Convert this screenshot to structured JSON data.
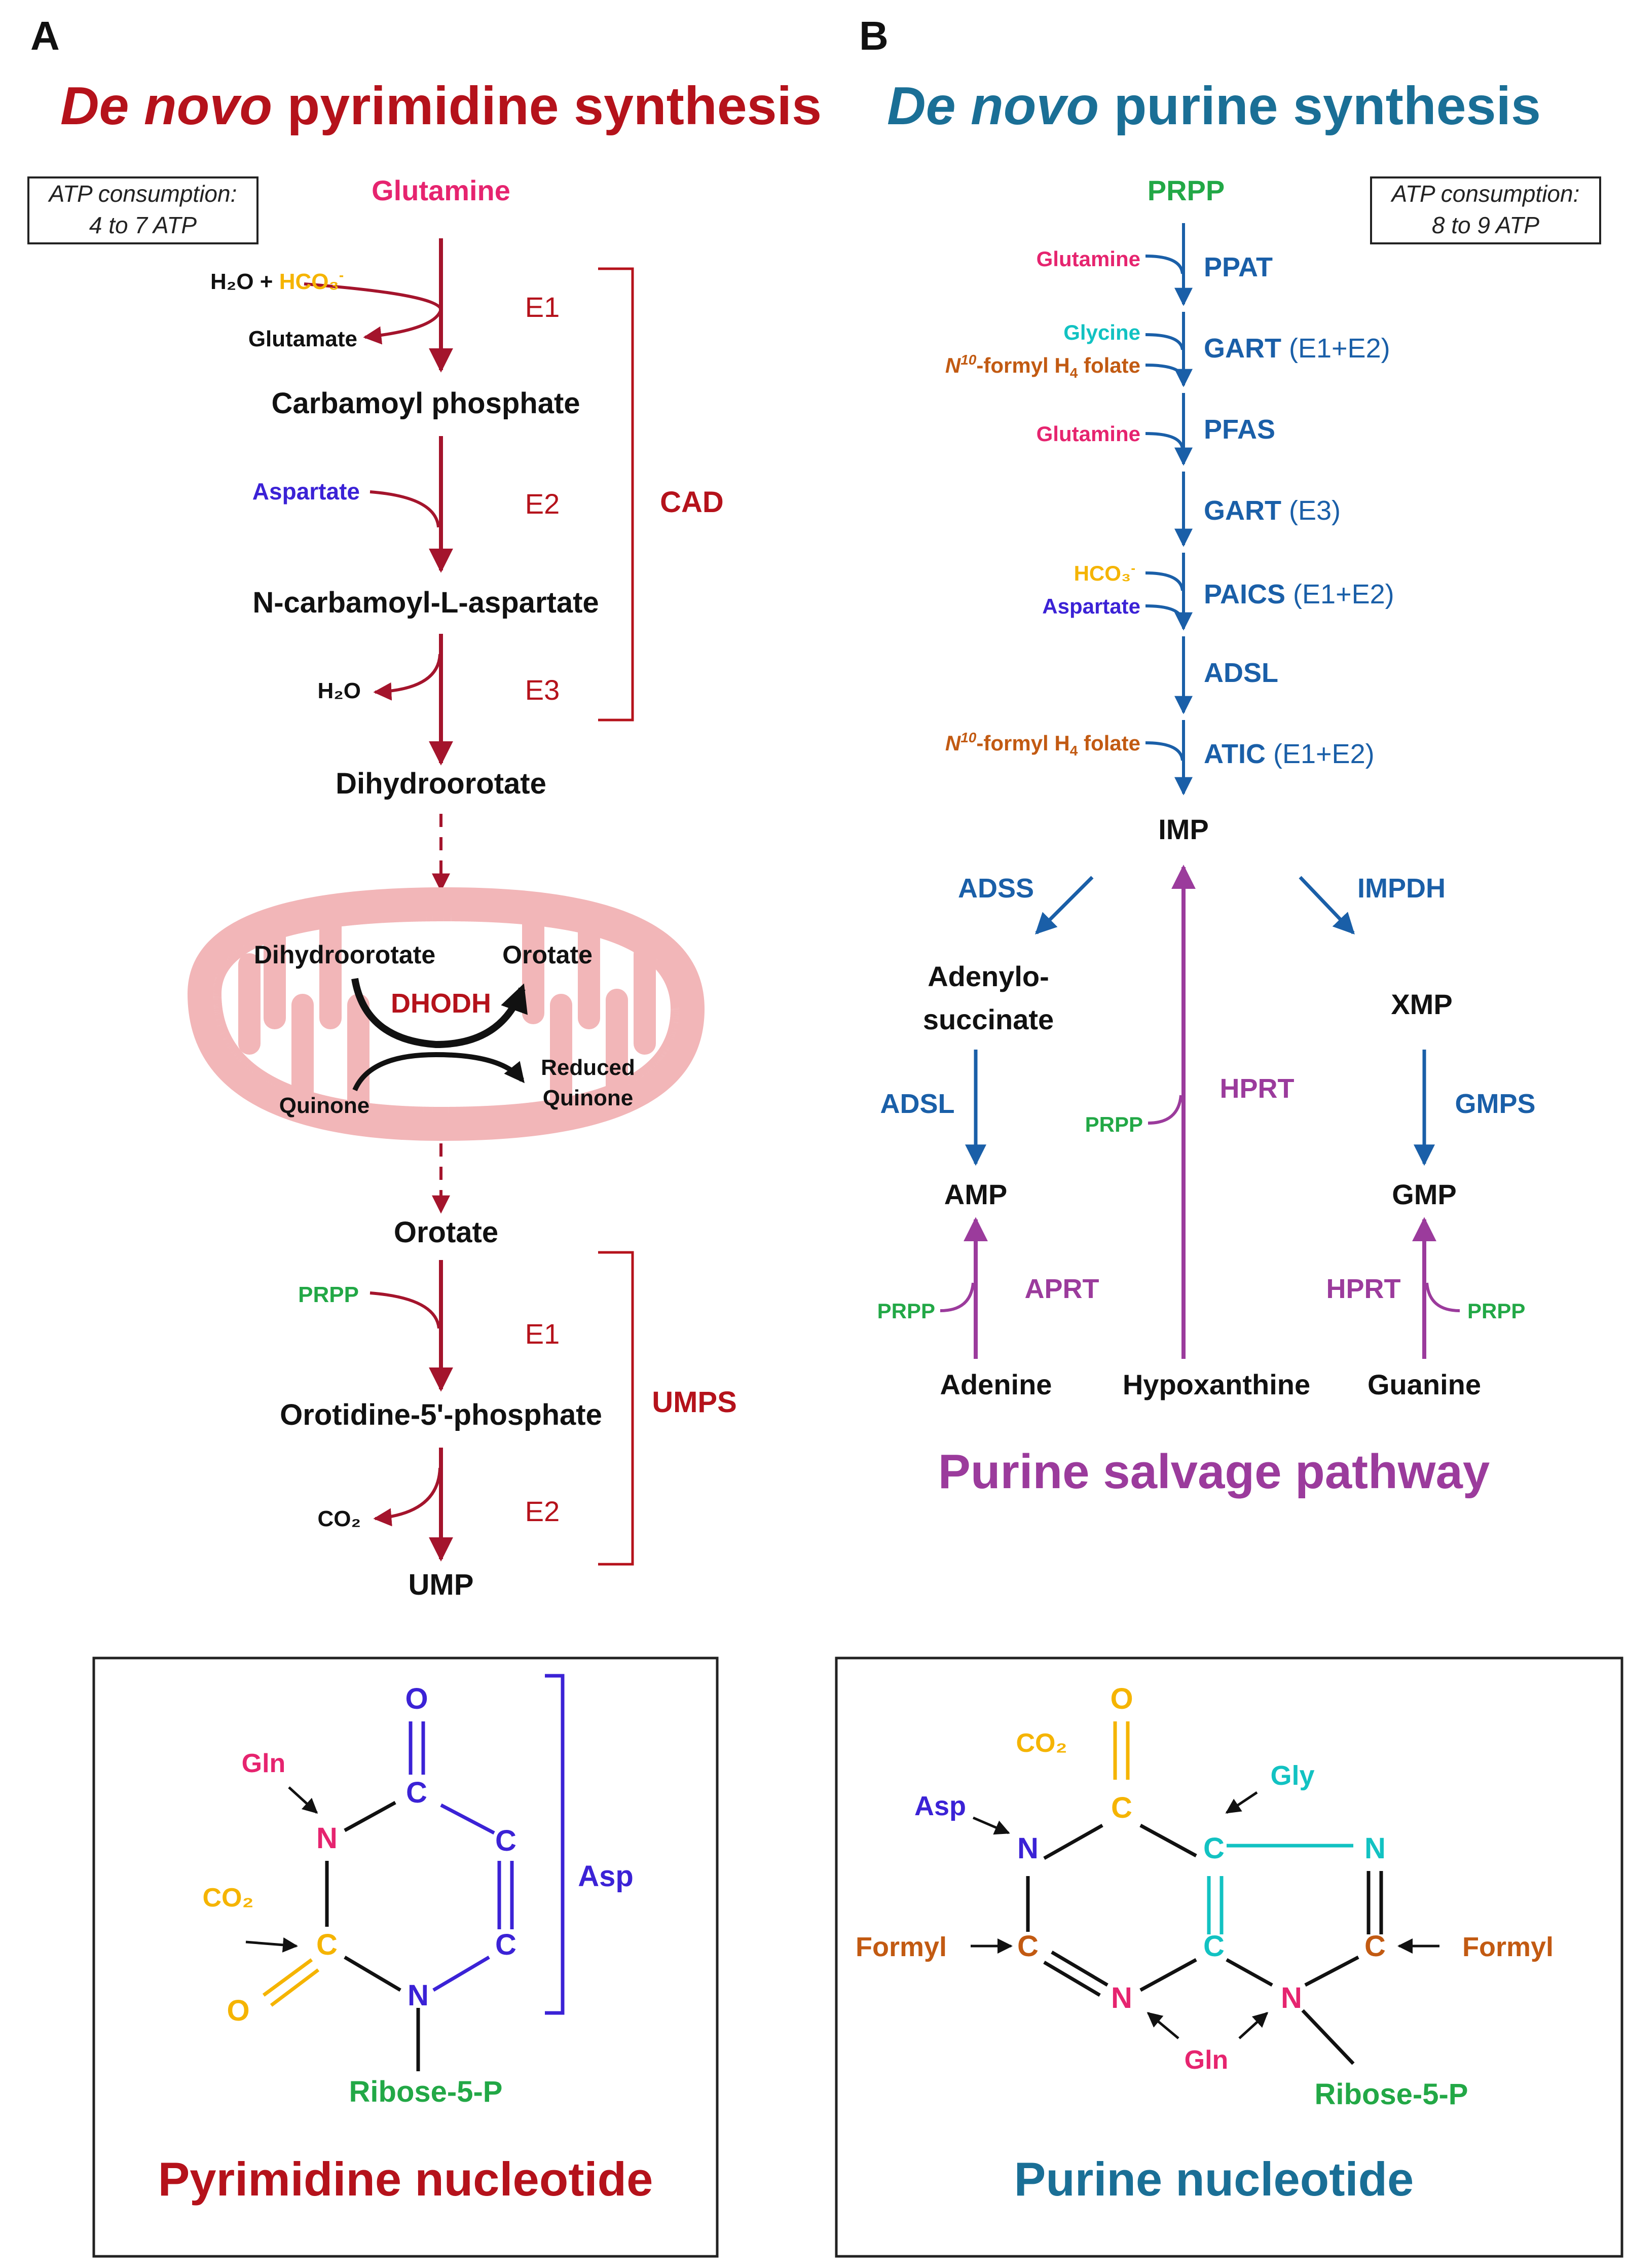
{
  "panel_a": {
    "letter": "A",
    "title_italic": "De novo",
    "title_rest": " pyrimidine synthesis",
    "atp_line1": "ATP consumption:",
    "atp_line2": "4 to 7 ATP",
    "glutamine": "Glutamine",
    "h2o_hco3_prefix": "H₂O + ",
    "hco3": "HCO₃",
    "hco3_charge": "-",
    "glutamate": "Glutamate",
    "carbamoyl_phosphate": "Carbamoyl phosphate",
    "aspartate": "Aspartate",
    "n_carbamoyl": "N-carbamoyl-L-aspartate",
    "h2o": "H₂O",
    "dihydroorotate": "Dihydroorotate",
    "e1": "E1",
    "e2": "E2",
    "e3": "E3",
    "cad": "CAD",
    "mito_dihydroorotate": "Dihydroorotate",
    "mito_orotate": "Orotate",
    "dhodh": "DHODH",
    "quinone": "Quinone",
    "reduced": "Reduced",
    "quinone2": "Quinone",
    "orotate": "Orotate",
    "prpp": "PRPP",
    "omp": "Orotidine-5'-phosphate",
    "co2": "CO₂",
    "ump": "UMP",
    "umps": "UMPS",
    "umps_e1": "E1",
    "umps_e2": "E2"
  },
  "panel_b": {
    "letter": "B",
    "title_italic": "De novo",
    "title_rest": " purine synthesis",
    "atp_line1": "ATP consumption:",
    "atp_line2": "8 to 9 ATP",
    "prpp_top": "PRPP",
    "glutamine1": "Glutamine",
    "glycine": "Glycine",
    "n10_1_sup": "10",
    "n10_1_mid": "-formyl H",
    "n10_1_sub": "4",
    "n10_1_end": " folate",
    "n10_n": "N",
    "glutamine2": "Glutamine",
    "hco3": "HCO₃",
    "hco3_charge": "-",
    "aspartate": "Aspartate",
    "ppat": "PPAT",
    "gart1": "GART",
    "gart1_e": " (E1+E2)",
    "pfas": "PFAS",
    "gart2": "GART",
    "gart2_e": " (E3)",
    "paics": "PAICS",
    "paics_e": " (E1+E2)",
    "adsl_top": "ADSL",
    "atic": "ATIC",
    "atic_e": " (E1+E2)",
    "imp": "IMP",
    "adss": "ADSS",
    "impdh": "IMPDH",
    "adenylo1": "Adenylo-",
    "adenylo2": "succinate",
    "xmp": "XMP",
    "adsl": "ADSL",
    "hprt_mid": "HPRT",
    "gmps": "GMPS",
    "prpp_mid": "PRPP",
    "amp": "AMP",
    "gmp": "GMP",
    "prpp_left": "PRPP",
    "aprt": "APRT",
    "hprt_right": "HPRT",
    "prpp_right": "PRPP",
    "adenine": "Adenine",
    "hypoxanthine": "Hypoxanthine",
    "guanine": "Guanine",
    "salvage": "Purine salvage pathway"
  },
  "pyrimidine_box": {
    "O_top": "O",
    "gln": "Gln",
    "N1": "N",
    "C_top": "C",
    "C_right1": "C",
    "C_right2": "C",
    "co2": "CO₂",
    "C_left": "C",
    "N_bottom": "N",
    "O_left": "O",
    "asp": "Asp",
    "ribose": "Ribose-5-P",
    "title": "Pyrimidine nucleotide"
  },
  "purine_box": {
    "O_top": "O",
    "co2": "CO₂",
    "gly": "Gly",
    "asp": "Asp",
    "N_left": "N",
    "C_top": "C",
    "C_mid_top": "C",
    "N_right": "N",
    "formyl_left": "Formyl",
    "C_left": "C",
    "C_mid_bot": "C",
    "C_right": "C",
    "formyl_right": "Formyl",
    "N_bot_left": "N",
    "N_bot_right": "N",
    "gln": "Gln",
    "ribose": "Ribose-5-P",
    "title": "Purine nucleotide"
  },
  "colors": {
    "dark_red": "#b5121b",
    "red_arrow": "#a4142c",
    "blue": "#1a5fa8",
    "teal_title": "#1a6f96",
    "purple": "#9b3b9c",
    "pink": "#e6246f",
    "green": "#22a846",
    "orange_yellow": "#f5b400",
    "indigo": "#3b22d6",
    "cyan": "#12c2c2",
    "brown_orange": "#c25a12",
    "mito": "#f2b6b8"
  }
}
